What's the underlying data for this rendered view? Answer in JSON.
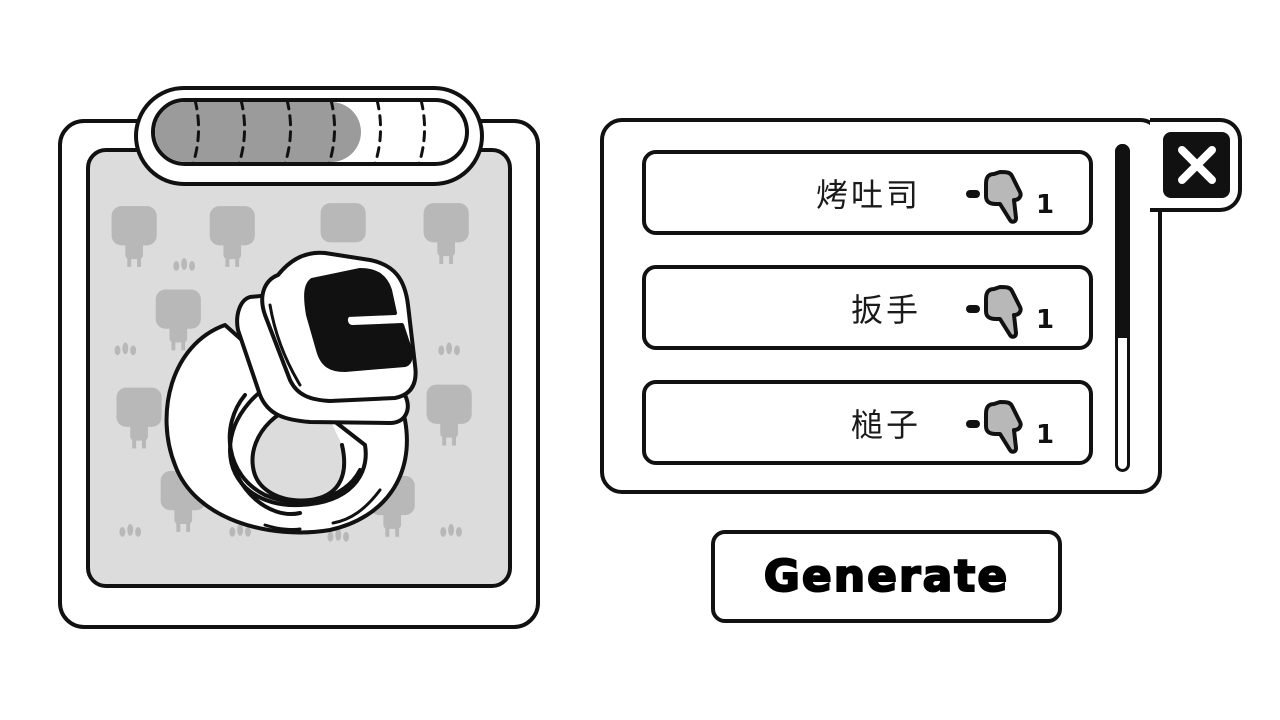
{
  "preview": {
    "progress": {
      "filled_segments": 5,
      "total_segments": 7,
      "fill_color": "#9b9b9b"
    },
    "item_icon": "ring-scanner-device-icon",
    "background_color": "#dcdcdc",
    "pattern_color": "#b5b5b5"
  },
  "list": {
    "items": [
      {
        "label": "烤吐司",
        "cost_sign": "-",
        "cost_icon": "energy-bolt-icon",
        "cost_value": "1"
      },
      {
        "label": "扳手",
        "cost_sign": "-",
        "cost_icon": "energy-bolt-icon",
        "cost_value": "1"
      },
      {
        "label": "槌子",
        "cost_sign": "-",
        "cost_icon": "energy-bolt-icon",
        "cost_value": "1"
      }
    ],
    "scrollbar": {
      "thumb_ratio": 0.58
    }
  },
  "close_icon": "close-x-icon",
  "generate_button": {
    "label": "Generate"
  },
  "colors": {
    "ink": "#111111",
    "bolt": "#b8b8b8",
    "panel": "#ffffff"
  }
}
